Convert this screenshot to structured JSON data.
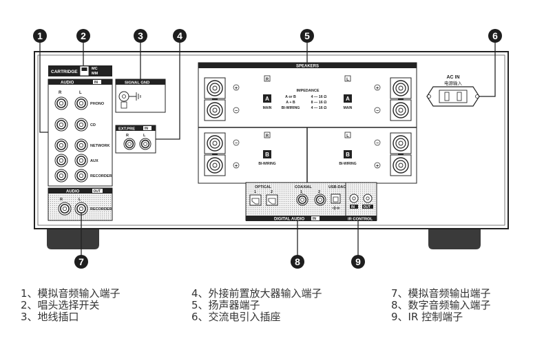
{
  "callouts": [
    "1",
    "2",
    "3",
    "4",
    "5",
    "6",
    "7",
    "8",
    "9"
  ],
  "panel": {
    "cartridge": {
      "label": "CARTRIDGE",
      "mc": "MC",
      "mm": "MM"
    },
    "audio_in": {
      "label": "AUDIO",
      "tag": "IN",
      "left": "L",
      "right": "R",
      "rows": [
        "PHONO",
        "CD",
        "NETWORK",
        "AUX",
        "RECORDER"
      ]
    },
    "signal_gnd": {
      "label": "SIGNAL GND"
    },
    "ext_pre": {
      "label": "EXT.PRE",
      "tag": "IN",
      "left": "L",
      "right": "R"
    },
    "speakers": {
      "label": "SPEAKERS",
      "r": "R",
      "l": "L",
      "a": "A",
      "b": "B",
      "main": "MAIN",
      "biwiring": "BI-WIRING",
      "plus": "+",
      "minus": "−",
      "impedance": {
        "title": "IMPEDANCE",
        "rows": [
          {
            "k": "A or B",
            "v": "4 — 16 Ω"
          },
          {
            "k": "A + B",
            "v": "8 — 16 Ω"
          },
          {
            "k": "BI-WIRING",
            "v": "4 — 16 Ω"
          }
        ]
      }
    },
    "ac_in": {
      "label": "AC IN",
      "sub": "电源输入"
    },
    "audio_out": {
      "label": "AUDIO",
      "tag": "OUT",
      "left": "L",
      "right": "R",
      "row": "RECORDER"
    },
    "digital": {
      "optical": "OPTICAL",
      "coaxial": "COAXIAL",
      "usb": "USB-DAC",
      "n1": "1",
      "n2": "2",
      "label": "DIGITAL AUDIO",
      "tag": "IN"
    },
    "ir": {
      "in": "IN",
      "out": "OUT",
      "label": "IR CONTROL"
    }
  },
  "legend": [
    [
      "1、模拟音频输入端子",
      "2、唱头选择开关",
      "3、地线插口"
    ],
    [
      "4、外接前置放大器输入端子",
      "5、扬声器端子",
      "6、交流电引入插座"
    ],
    [
      "7、模拟音频输出端子",
      "8、数字音频输入端子",
      "9、IR 控制端子"
    ]
  ]
}
